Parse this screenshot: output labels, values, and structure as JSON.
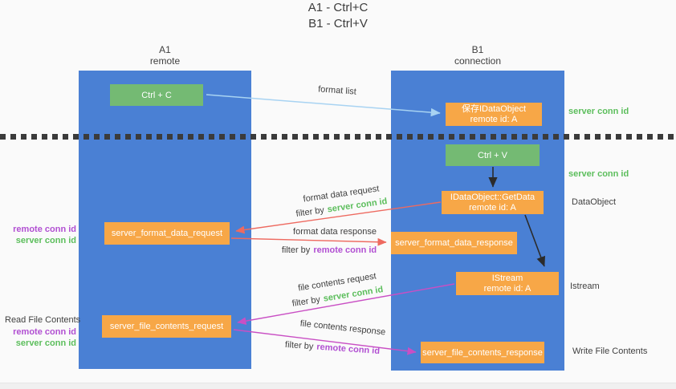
{
  "title": {
    "line1": "A1 - Ctrl+C",
    "line2": "B1 - Ctrl+V"
  },
  "lifelines": {
    "a1": {
      "name": "A1",
      "role": "remote"
    },
    "b1": {
      "name": "B1",
      "role": "connection"
    }
  },
  "nodes": {
    "ctrl_c": {
      "label": "Ctrl + C"
    },
    "ctrl_v": {
      "label": "Ctrl + V"
    },
    "save_idataobject": {
      "line1": "保存IDataObject",
      "line2": "remote id: A"
    },
    "getdata": {
      "line1": "IDataObject::GetData",
      "line2": "remote id: A"
    },
    "istream": {
      "line1": "IStream",
      "line2": "remote id: A"
    },
    "format_request": {
      "label": "server_format_data_request"
    },
    "format_response": {
      "label": "server_format_data_response"
    },
    "file_request": {
      "label": "server_file_contents_request"
    },
    "file_response": {
      "label": "server_file_contents_response"
    }
  },
  "side_labels": {
    "server_conn_top": "server conn id",
    "server_conn_mid": "server conn id",
    "dataobject": "DataObject",
    "istream": "Istream",
    "write_file": "Write File Contents",
    "read_file": "Read File Contents",
    "left1_remote": "remote conn id",
    "left1_server": "server conn id",
    "left2_remote": "remote conn id",
    "left2_server": "server conn id"
  },
  "arrows": {
    "format_list": {
      "label": "format list"
    },
    "format_request": {
      "label": "format data request",
      "filter_prefix": "filter by",
      "filter_key": "server conn id"
    },
    "format_response": {
      "label": "format data response",
      "filter_prefix": "filter by",
      "filter_key": "remote conn id"
    },
    "file_request": {
      "label": "file contents request",
      "filter_prefix": "filter by",
      "filter_key": "server conn id"
    },
    "file_response": {
      "label": "file contents response",
      "filter_prefix": "filter by",
      "filter_key": "remote conn id"
    }
  },
  "colors": {
    "background": "#fafafa",
    "lifeline_blue": "#4a80d4",
    "node_green": "#74ba73",
    "node_orange": "#f7a747",
    "accent_green": "#5cbe5c",
    "accent_purple": "#b14fd2",
    "arrow_red": "#ee6a60",
    "arrow_magenta": "#c94fc4",
    "arrow_lightblue": "#a8d3f2",
    "arrow_black": "#2b2b2b",
    "text_dark": "#3f3f3f"
  }
}
